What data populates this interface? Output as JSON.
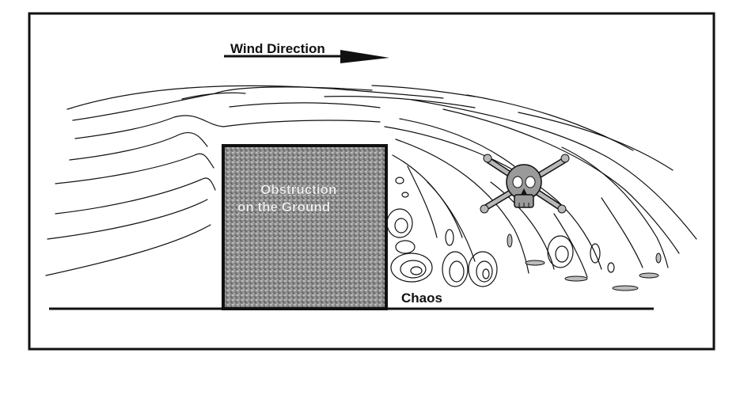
{
  "labels": {
    "wind_direction": "Wind Direction",
    "obstruction_line1": "Obstruction",
    "obstruction_line2": "on the Ground",
    "chaos": "Chaos"
  },
  "icons": {
    "wind_arrow": "right-arrow-icon",
    "hazard": "skull-crossbones-icon"
  },
  "colors": {
    "frame": "#111111",
    "obstruction_fill": "#8a8a8a",
    "ground": "#111111"
  }
}
